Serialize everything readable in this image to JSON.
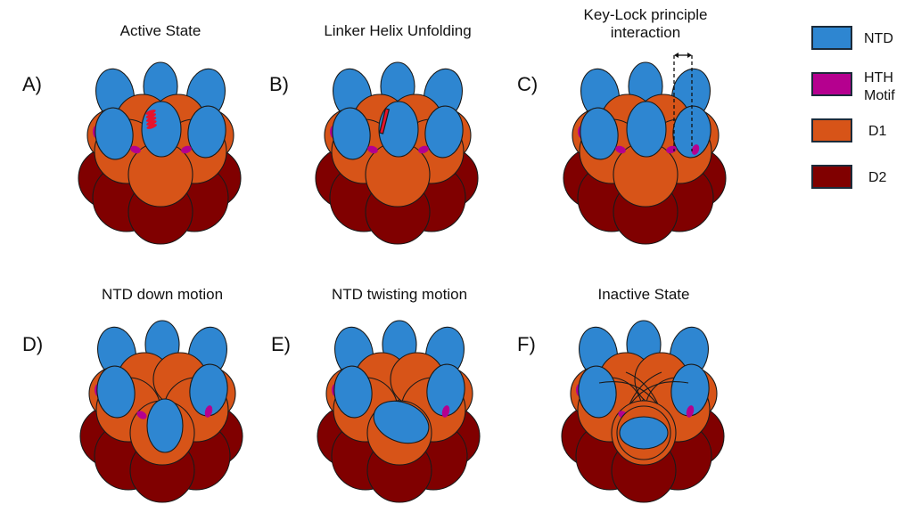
{
  "colors": {
    "ntd": "#2E86D1",
    "hth": "#B5008F",
    "d1": "#D75418",
    "d2": "#800000",
    "helix": "#E8122B",
    "outline": "#1a1a1a"
  },
  "legend": [
    {
      "key": "ntd",
      "label_lines": [
        "NTD"
      ]
    },
    {
      "key": "hth",
      "label_lines": [
        "HTH",
        "Motif"
      ]
    },
    {
      "key": "d1",
      "label_lines": [
        "D1"
      ]
    },
    {
      "key": "d2",
      "label_lines": [
        "D2"
      ]
    }
  ],
  "panels": [
    {
      "id": "A",
      "label": "A)",
      "title_lines": [
        "Active State"
      ],
      "variant": "active"
    },
    {
      "id": "B",
      "label": "B)",
      "title_lines": [
        "Linker Helix Unfolding"
      ],
      "variant": "unfold"
    },
    {
      "id": "C",
      "label": "C)",
      "title_lines": [
        "Key-Lock principle",
        "interaction"
      ],
      "variant": "keylock"
    },
    {
      "id": "D",
      "label": "D)",
      "title_lines": [
        "NTD down motion"
      ],
      "variant": "down"
    },
    {
      "id": "E",
      "label": "E)",
      "title_lines": [
        "NTD twisting motion"
      ],
      "variant": "twist"
    },
    {
      "id": "F",
      "label": "F)",
      "title_lines": [
        "Inactive State"
      ],
      "variant": "inactive"
    }
  ]
}
